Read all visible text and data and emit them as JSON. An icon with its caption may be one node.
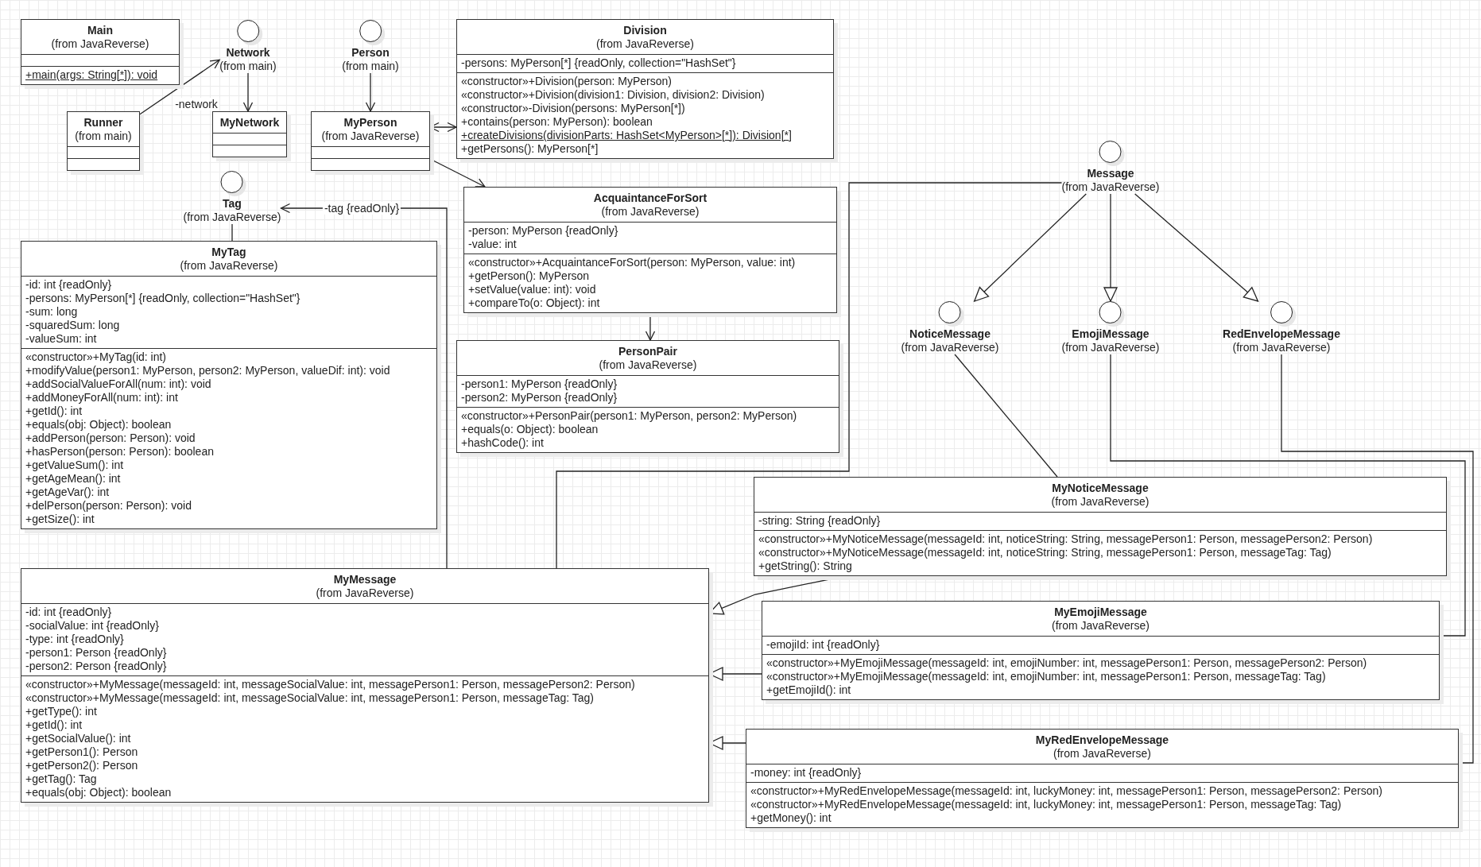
{
  "diagram": {
    "nodes": [
      {
        "text": [
          "Main",
          "(from JavaReverse)"
        ]
      },
      {
        "text": [],
        "shape": "box",
        "in": 0
      },
      {
        "text": [
          "+main(args: String[*]): void"
        ],
        "in": 0
      },
      {
        "text": [
          "Network",
          "(from main)"
        ]
      },
      {
        "text": [
          "Person",
          "(from main)"
        ]
      },
      {
        "text": [
          "Division",
          "(from JavaReverse)"
        ]
      },
      {
        "text": [
          "-persons: MyPerson[*] {readOnly, collection=\"HashSet\"}"
        ],
        "in": 5
      },
      {
        "text": [
          "«constructor»+Division(person: MyPerson)",
          "«constructor»+Division(division1: Division, division2: Division)",
          "«constructor»-Division(persons: MyPerson[*])",
          "+contains(person: MyPerson): boolean",
          "+createDivisions(divisionParts: HashSet<MyPerson>[*]): Division[*]",
          "+getPersons(): MyPerson[*]"
        ],
        "in": 5
      },
      {
        "text": [
          "Runner",
          "(from main)"
        ]
      },
      {
        "text": [],
        "shape": "box",
        "in": 8
      },
      {
        "text": [],
        "shape": "box",
        "in": 8
      },
      {
        "text": [
          "MyNetwork"
        ]
      },
      {
        "text": [],
        "shape": "box",
        "in": 11
      },
      {
        "text": [],
        "shape": "box",
        "in": 11
      },
      {
        "text": [
          "MyPerson",
          "(from JavaReverse)"
        ]
      },
      {
        "text": [],
        "shape": "box",
        "in": 14
      },
      {
        "text": [],
        "shape": "box",
        "in": 14
      },
      {
        "text": [
          "Tag",
          "(from JavaReverse)"
        ]
      },
      {
        "text": [
          "AcquaintanceForSort",
          "(from JavaReverse)"
        ]
      },
      {
        "text": [
          "-person: MyPerson {readOnly}",
          "-value: int"
        ],
        "in": 18
      },
      {
        "text": [
          "«constructor»+AcquaintanceForSort(person: MyPerson, value: int)",
          "+getPerson(): MyPerson",
          "+setValue(value: int): void",
          "+compareTo(o: Object): int"
        ],
        "in": 18
      },
      {
        "text": [
          "Message",
          "(from JavaReverse)"
        ]
      },
      {
        "text": [
          "MyTag",
          "(from JavaReverse)"
        ]
      },
      {
        "text": [
          "-id: int {readOnly}",
          "-persons: MyPerson[*] {readOnly, collection=\"HashSet\"}",
          "-sum: long",
          "-squaredSum: long",
          "-valueSum: int"
        ],
        "in": 22
      },
      {
        "text": [
          "«constructor»+MyTag(id: int)",
          "+modifyValue(person1: MyPerson, person2: MyPerson, valueDif: int): void",
          "+addSocialValueForAll(num: int): void",
          "+addMoneyForAll(num: int): int",
          "+getId(): int",
          "+equals(obj: Object): boolean",
          "+addPerson(person: Person): void",
          "+hasPerson(person: Person): boolean",
          "+getValueSum(): int",
          "+getAgeMean(): int",
          "+getAgeVar(): int",
          "+delPerson(person: Person): void",
          "+getSize(): int"
        ],
        "in": 22
      },
      {
        "text": [
          "PersonPair",
          "(from JavaReverse)"
        ]
      },
      {
        "text": [
          "-person1: MyPerson {readOnly}",
          "-person2: MyPerson {readOnly}"
        ],
        "in": 25
      },
      {
        "text": [
          "«constructor»+PersonPair(person1: MyPerson, person2: MyPerson)",
          "+equals(o: Object): boolean",
          "+hashCode(): int"
        ],
        "in": 25
      },
      {
        "text": [
          "NoticeMessage",
          "(from JavaReverse)"
        ]
      },
      {
        "text": [
          "EmojiMessage",
          "(from JavaReverse)"
        ]
      },
      {
        "text": [
          "RedEnvelopeMessage",
          "(from JavaReverse)"
        ]
      },
      {
        "text": [
          "MyNoticeMessage",
          "(from JavaReverse)"
        ]
      },
      {
        "text": [
          "-string: String {readOnly}"
        ],
        "in": 31
      },
      {
        "text": [
          "«constructor»+MyNoticeMessage(messageId: int, noticeString: String, messagePerson1: Person, messagePerson2: Person)",
          "«constructor»+MyNoticeMessage(messageId: int, noticeString: String, messagePerson1: Person, messageTag: Tag)",
          "+getString(): String"
        ],
        "in": 31
      },
      {
        "text": [
          "MyMessage",
          "(from JavaReverse)"
        ]
      },
      {
        "text": [
          "-id: int {readOnly}",
          "-socialValue: int {readOnly}",
          "-type: int {readOnly}",
          "-person1: Person {readOnly}",
          "-person2: Person {readOnly}"
        ],
        "in": 34
      },
      {
        "text": [
          "«constructor»+MyMessage(messageId: int, messageSocialValue: int, messagePerson1: Person, messagePerson2: Person)",
          "«constructor»+MyMessage(messageId: int, messageSocialValue: int, messagePerson1: Person, messageTag: Tag)",
          "+getType(): int",
          "+getId(): int",
          "+getSocialValue(): int",
          "+getPerson1(): Person",
          "+getPerson2(): Person",
          "+getTag(): Tag",
          "+equals(obj: Object): boolean"
        ],
        "in": 34
      },
      {
        "text": [
          "MyEmojiMessage",
          "(from JavaReverse)"
        ]
      },
      {
        "text": [
          "-emojiId: int {readOnly}"
        ],
        "in": 37
      },
      {
        "text": [
          "«constructor»+MyEmojiMessage(messageId: int, emojiNumber: int, messagePerson1: Person, messagePerson2: Person)",
          "«constructor»+MyEmojiMessage(messageId: int, emojiNumber: int, messagePerson1: Person, messageTag: Tag)",
          "+getEmojiId(): int"
        ],
        "in": 37
      },
      {
        "text": [
          "MyRedEnvelopeMessage",
          "(from JavaReverse)"
        ]
      },
      {
        "text": [
          "-money: int {readOnly}"
        ],
        "in": 40
      },
      {
        "text": [
          "«constructor»+MyRedEnvelopeMessage(messageId: int, luckyMoney: int, messagePerson1: Person, messagePerson2: Person)",
          "«constructor»+MyRedEnvelopeMessage(messageId: int, luckyMoney: int, messagePerson1: Person, messageTag: Tag)",
          "+getMoney(): int"
        ],
        "in": 40
      }
    ],
    "edges": [
      {
        "from": 8,
        "to": 3,
        "arrow": "to",
        "label": "-network"
      },
      {
        "from": 3,
        "to": 11,
        "arrow": "to"
      },
      {
        "from": 4,
        "to": 14,
        "arrow": "to"
      },
      {
        "from": 14,
        "to": 5,
        "arrow": "both"
      },
      {
        "from": 14,
        "to": 18,
        "arrow": "to"
      },
      {
        "from": 18,
        "to": 25,
        "arrow": "to"
      },
      {
        "from": 22,
        "to": 17,
        "arrow": "none"
      },
      {
        "from": 34,
        "to": 17,
        "arrow": "to",
        "label": "-tag {readOnly}"
      },
      {
        "from": 21,
        "to": 34,
        "arrow": "none"
      },
      {
        "from": 21,
        "to": 28,
        "arrow": "to"
      },
      {
        "from": 21,
        "to": 29,
        "arrow": "to"
      },
      {
        "from": 21,
        "to": 30,
        "arrow": "to"
      },
      {
        "from": 28,
        "to": 31,
        "arrow": "none"
      },
      {
        "from": 29,
        "to": 37,
        "arrow": "none"
      },
      {
        "from": 30,
        "to": 40,
        "arrow": "none"
      },
      {
        "from": 31,
        "to": 34,
        "arrow": "to"
      },
      {
        "from": 37,
        "to": 34,
        "arrow": "to"
      },
      {
        "from": 40,
        "to": 34,
        "arrow": "to"
      }
    ]
  }
}
